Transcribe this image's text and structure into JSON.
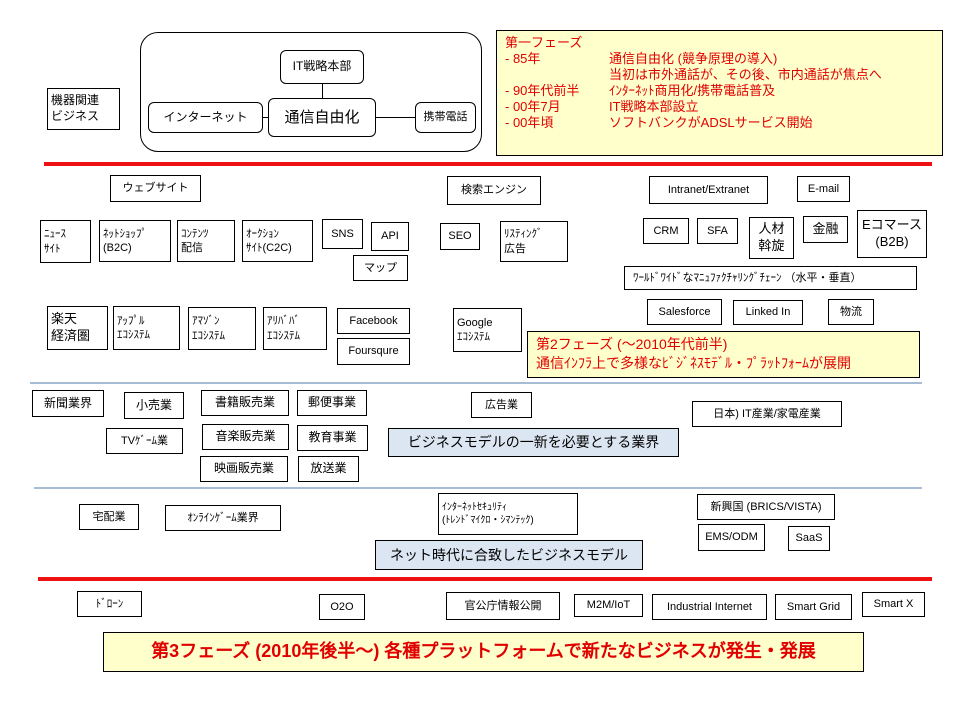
{
  "top": {
    "container": "通信自由化",
    "it_hq": "IT戦略本部",
    "internet": "インターネット",
    "center": "通信自由化",
    "mobile": "携帯電話",
    "device": "機器関連\nビジネス"
  },
  "phase1": {
    "title": "第一フェーズ",
    "rows": [
      {
        "k": "- 85年",
        "v": "通信自由化 (競争原理の導入)"
      },
      {
        "k": "",
        "v": "当初は市外通話が、その後、市内通話が焦点へ"
      },
      {
        "k": "- 90年代前半",
        "v": "ｲﾝﾀｰﾈｯﾄ商用化/携帯電話普及"
      },
      {
        "k": "- 00年7月",
        "v": "IT戦略本部設立"
      },
      {
        "k": "- 00年頃",
        "v": "ソフトバンクがADSLサービス開始"
      }
    ]
  },
  "phase2": {
    "line1": "第2フェーズ (～2010年代前半)",
    "line2": "通信ｲﾝﾌﾗ上で多様なﾋﾞｼﾞﾈｽﾓﾃﾞﾙ・ﾌﾟﾗｯﾄﾌｫｰﾑが展開"
  },
  "phase3": {
    "text": "第3フェーズ (2010年後半～)  各種プラットフォームで新たなビジネスが発生・発展"
  },
  "web": {
    "website": "ウェブサイト",
    "news": "ﾆｭｰｽ\nｻｲﾄ",
    "netshop": "ﾈｯﾄｼｮｯﾌﾟ\n(B2C)",
    "contents": "ｺﾝﾃﾝﾂ\n配信",
    "auction": "ｵｰｸｼｮﾝ\nｻｲﾄ(C2C)",
    "sns": "SNS",
    "api": "API",
    "map": "マップ",
    "rakuten": "楽天\n経済圏",
    "apple": "ｱｯﾌﾟﾙ\nｴｺｼｽﾃﾑ",
    "amazon": "ｱﾏｿﾞﾝ\nｴｺｼｽﾃﾑ",
    "alibaba": "ｱﾘﾊﾞﾊﾞ\nｴｺｼｽﾃﾑ",
    "facebook": "Facebook",
    "foursquare": "Foursqure",
    "search": "検索エンジン",
    "seo": "SEO",
    "listing": "ﾘｽﾃｨﾝｸﾞ\n広告",
    "google": "Google\nｴｺｼｽﾃﾑ"
  },
  "biz": {
    "intranet": "Intranet/Extranet",
    "email": "E-mail",
    "crm": "CRM",
    "sfa": "SFA",
    "hr": "人材\n斡旋",
    "finance": "金融",
    "ecommerce": "Eコマース\n(B2B)",
    "supply": "ﾜｰﾙﾄﾞﾜｲﾄﾞなﾏﾆｭﾌｧｸﾁｬﾘﾝｸﾞﾁｪｰﾝ  （水平・垂直）",
    "salesforce": "Salesforce",
    "linkedin": "Linked In",
    "logistics": "物流"
  },
  "industries": {
    "newspaper": "新聞業界",
    "retail": "小売業",
    "books": "書籍販売業",
    "postal": "郵便事業",
    "ads": "広告業",
    "japan_it": "日本) IT産業/家電産業",
    "tvgame": "TVｹﾞｰﾑ業",
    "music": "音楽販売業",
    "education": "教育事業",
    "needs_new": "ビジネスモデルの一新を必要とする業界",
    "movie": "映画販売業",
    "broadcast": "放送業"
  },
  "fit": {
    "delivery": "宅配業",
    "online_game": "ｵﾝﾗｲﾝｹﾞｰﾑ業界",
    "security": "ｲﾝﾀｰﾈｯﾄｾｷｭﾘﾃｨ\n(ﾄﾚﾝﾄﾞﾏｲｸﾛ・ｼﾏﾝﾃｯｸ)",
    "emerging": "新興国 (BRICS/VISTA)",
    "ems": "EMS/ODM",
    "saas": "SaaS",
    "fit_label": "ネット時代に合致したビジネスモデル"
  },
  "phase3_items": {
    "drone": "ﾄﾞﾛｰﾝ",
    "o2o": "O2O",
    "gov": "官公庁情報公開",
    "m2m": "M2M/IoT",
    "industrial": "Industrial Internet",
    "smartgrid": "Smart Grid",
    "smartx": "Smart X"
  }
}
